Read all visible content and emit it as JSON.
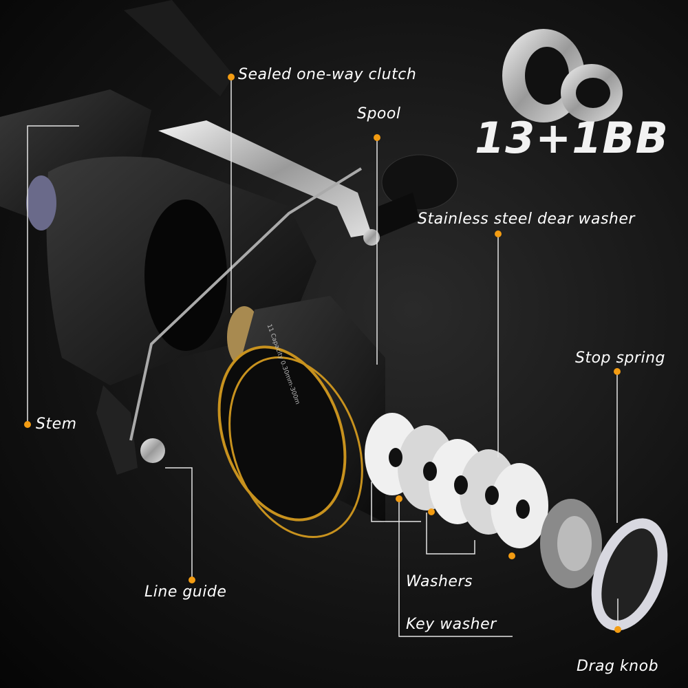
{
  "badge": {
    "text": "13+1BB"
  },
  "labels": {
    "sealed_clutch": "Sealed one-way clutch",
    "spool": "Spool",
    "stainless_washer": "Stainless steel dear washer",
    "stop_spring": "Stop spring",
    "stem": "Stem",
    "line_guide": "Line guide",
    "washers": "Washers",
    "key_washer": "Key washer",
    "drag_knob": "Drag knob"
  },
  "colors": {
    "dot": "#f39c12",
    "line": "#e6e6e6",
    "spool_ring": "#c8921e",
    "background": "#111111"
  },
  "spool_engraving": "11 Capacity 0.30mm-300m"
}
